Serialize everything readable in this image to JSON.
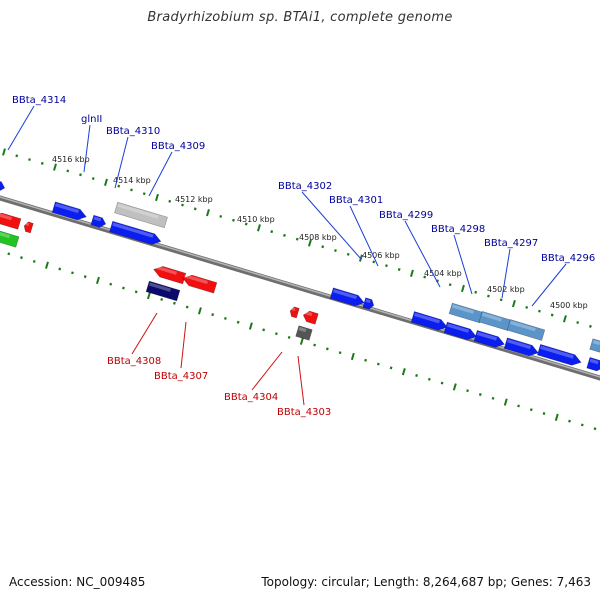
{
  "title": "Bradyrhizobium sp. BTAi1, complete genome",
  "footer": {
    "accession": "Accession: NC_009485",
    "summary": "Topology: circular; Length: 8,264,687 bp; Genes: 7,463"
  },
  "colors": {
    "forward_label": "#00009a",
    "reverse_label": "#c00000",
    "leader_forward": "#1a3fd6",
    "leader_reverse": "#d01010",
    "tick": "#1a7a1a",
    "backbone": "#808080",
    "gene_blue": "#0a1ef0",
    "gene_red": "#f01010",
    "gene_green": "#22c422",
    "gene_navy": "#0a0a6a",
    "gene_steel": "#5a94c8",
    "gene_silver": "#c0c0c0",
    "gene_dark": "#555555"
  },
  "kbp_labels": [
    "4516 kbp",
    "4514 kbp",
    "4512 kbp",
    "4510 kbp",
    "4508 kbp",
    "4506 kbp",
    "4504 kbp",
    "4502 kbp",
    "4500 kbp"
  ],
  "forward_labels": [
    "BBta_4314",
    "glnII",
    "BBta_4310",
    "BBta_4309",
    "BBta_4302",
    "BBta_4301",
    "BBta_4299",
    "BBta_4298",
    "BBta_4297",
    "BBta_4296"
  ],
  "reverse_labels": [
    "BBta_4308",
    "BBta_4307",
    "BBta_4304",
    "BBta_4303"
  ]
}
